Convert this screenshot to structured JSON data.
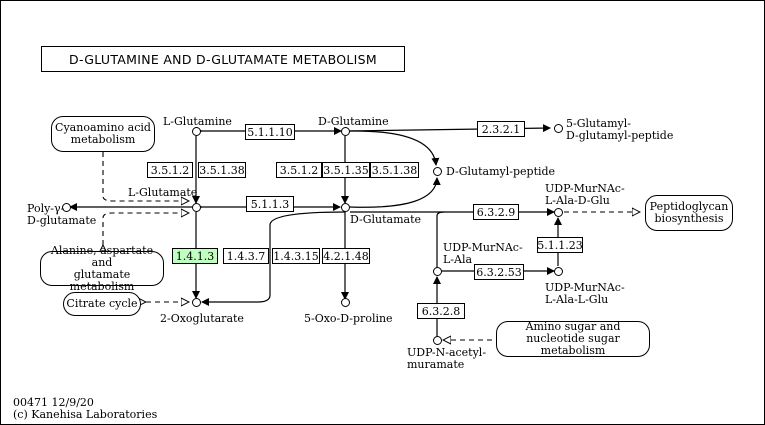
{
  "title": "D-GLUTAMINE AND D-GLUTAMATE METABOLISM",
  "enzymes": {
    "e_5_1_1_10": "5.1.1.10",
    "e_2_3_2_1": "2.3.2.1",
    "e_3_5_1_2_a": "3.5.1.2",
    "e_3_5_1_38_a": "3.5.1.38",
    "e_3_5_1_2_b": "3.5.1.2",
    "e_3_5_1_35": "3.5.1.35",
    "e_3_5_1_38_b": "3.5.1.38",
    "e_5_1_1_3": "5.1.1.3",
    "e_6_3_2_9": "6.3.2.9",
    "e_5_1_1_23": "5.1.1.23",
    "e_1_4_1_3": "1.4.1.3",
    "e_1_4_3_7": "1.4.3.7",
    "e_1_4_3_15": "1.4.3.15",
    "e_4_2_1_48": "4.2.1.48",
    "e_6_3_2_53": "6.3.2.53",
    "e_6_3_2_8": "6.3.2.8"
  },
  "maps": {
    "cyanoamino": "Cyanoamino acid\nmetabolism",
    "alanine": "Alanine, aspartate and\nglutamate metabolism",
    "citrate": "Citrate cycle",
    "peptidoglycan": "Peptidoglycan\nbiosynthesis",
    "amino_sugar": "Amino sugar and\nnucleotide sugar metabolism"
  },
  "compounds": {
    "l_glutamine": "L-Glutamine",
    "d_glutamine": "D-Glutamine",
    "glutamyl_peptide": "5-Glutamyl-\nD-glutamyl-peptide",
    "d_glutamyl_peptide": "D-Glutamyl-peptide",
    "l_glutamate": "L-Glutamate",
    "poly_glutamate": "Poly-γ-\nD-glutamate",
    "d_glutamate": "D-Glutamate",
    "udp_murnac_ala_d_glu": "UDP-MurNAc-\nL-Ala-D-Glu",
    "udp_murnac_ala": "UDP-MurNAc-\nL-Ala",
    "udp_murnac_ala_l_glu": "UDP-MurNAc-\nL-Ala-L-Glu",
    "oxoglutarate": "2-Oxoglutarate",
    "oxo_proline": "5-Oxo-D-proline",
    "udp_n_acetylmuramate": "UDP-N-acetyl-\nmuramate"
  },
  "footer": {
    "id_date": "00471 12/9/20",
    "copyright": "(c) Kanehisa Laboratories"
  },
  "colors": {
    "highlight": "#bfffbf"
  }
}
